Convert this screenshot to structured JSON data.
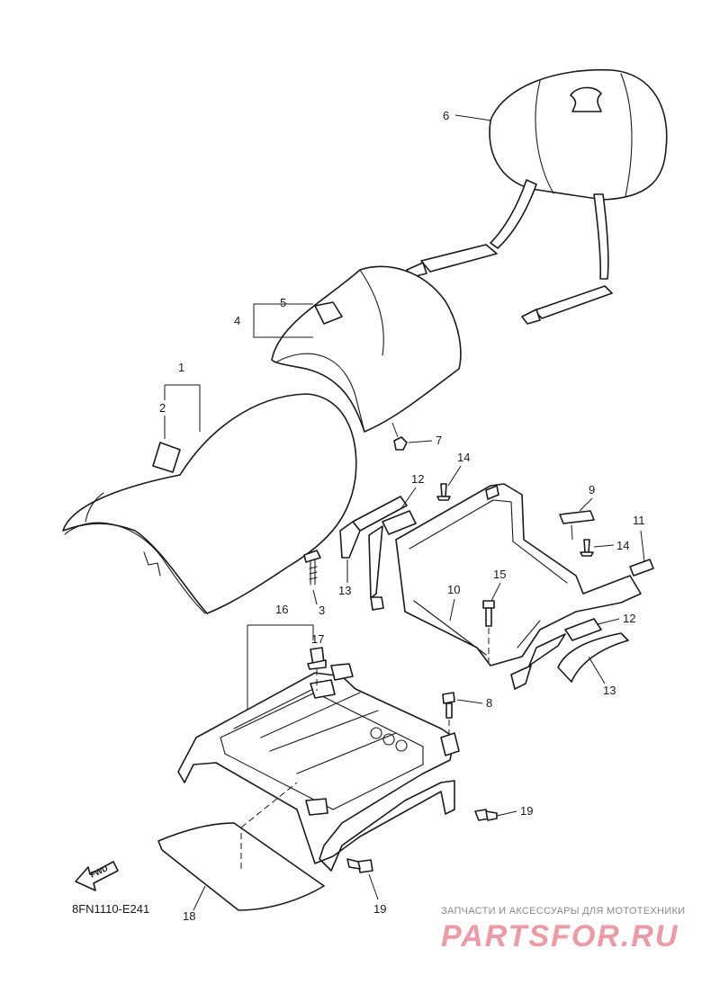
{
  "diagram": {
    "callouts": [
      "1",
      "2",
      "3",
      "4",
      "5",
      "6",
      "7",
      "8",
      "9",
      "10",
      "11",
      "12",
      "12",
      "13",
      "13",
      "14",
      "14",
      "15",
      "16",
      "17",
      "18",
      "19",
      "19"
    ],
    "fwd_label": "FWD",
    "code": "8FN1110-E241"
  },
  "watermark": {
    "line": "ЗАПЧАСТИ И АКСЕССУАРЫ ДЛЯ МОТОТЕХНИКИ",
    "logo": "PARTSFOR.RU",
    "color": "#e14655"
  }
}
